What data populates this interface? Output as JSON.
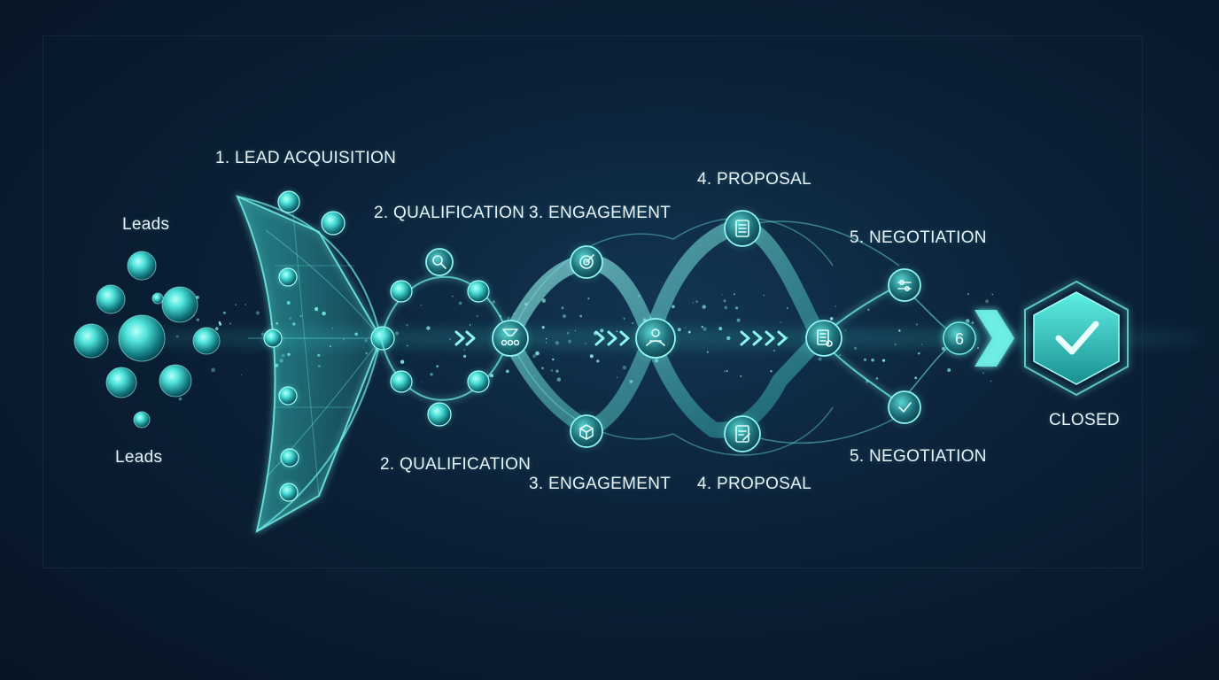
{
  "colors": {
    "background": "#0b2036",
    "accent": "#3fe0d8",
    "accent_light": "#8ff5ee",
    "node_fill": "#1c6e78",
    "text": "#e8f4f8"
  },
  "labels": {
    "leads_top": "Leads",
    "leads_bottom": "Leads",
    "lead_acquisition": "1. LEAD ACQUISITION",
    "qualification_top": "2. QUALIFICATION",
    "qualification_bottom": "2. QUALIFICATION",
    "engagement_top": "3. ENGAGEMENT",
    "engagement_bottom": "3. ENGAGEMENT",
    "proposal_top": "4. PROPOSAL",
    "proposal_bottom": "4. PROPOSAL",
    "negotiation_top": "5. NEGOTIATION",
    "negotiation_bottom": "5. NEGOTIATION",
    "closed": "CLOSED",
    "step_six": "6"
  },
  "icons": {
    "qualification_top": "magnifier-icon",
    "engagement_top": "target-icon",
    "engagement_bottom": "box-icon",
    "hub_1": "funnel-people-icon",
    "hub_2": "handshake-icon",
    "hub_3": "document-list-icon",
    "proposal_top": "document-icon",
    "proposal_bottom": "contract-icon",
    "negotiation_top": "sliders-icon",
    "negotiation_bottom": "check-icon",
    "closed": "check-icon"
  }
}
